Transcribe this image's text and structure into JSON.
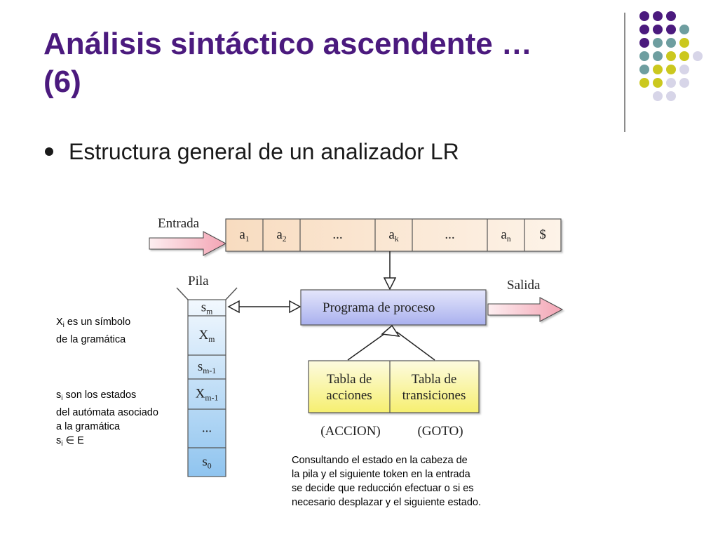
{
  "slide": {
    "title_line1": "Análisis sintáctico ascendente …",
    "title_line2": "(6)",
    "bullet": "Estructura general de un analizador LR"
  },
  "decoration": {
    "colors": {
      "purple": "#4b1a7e",
      "teal": "#6e9ea0",
      "yellow": "#cbc81e",
      "lavender": "#d7d5e8"
    },
    "dot_grid": [
      [
        "purple",
        "purple",
        "purple"
      ],
      [
        "purple",
        "purple",
        "purple",
        "teal"
      ],
      [
        "purple",
        "teal",
        "teal",
        "yellow"
      ],
      [
        "teal",
        "teal",
        "yellow",
        "yellow",
        "lavender"
      ],
      [
        "teal",
        "yellow",
        "yellow",
        "lavender"
      ],
      [
        "yellow",
        "yellow",
        "lavender",
        "lavender"
      ],
      [
        "lavender",
        "lavender"
      ]
    ]
  },
  "diagram": {
    "input_label": "Entrada",
    "input_cells": [
      {
        "base": "a",
        "sub": "1"
      },
      {
        "base": "a",
        "sub": "2"
      },
      {
        "base": "...",
        "sub": ""
      },
      {
        "base": "a",
        "sub": "k"
      },
      {
        "base": "...",
        "sub": ""
      },
      {
        "base": "a",
        "sub": "n"
      },
      {
        "base": "$",
        "sub": ""
      }
    ],
    "stack_label": "Pila",
    "stack_cells": [
      {
        "base": "s",
        "sub": "m"
      },
      {
        "base": "X",
        "sub": "m"
      },
      {
        "base": "s",
        "sub": "m-1"
      },
      {
        "base": "X",
        "sub": "m-1"
      },
      {
        "base": "...",
        "sub": ""
      },
      {
        "base": "s",
        "sub": "0"
      }
    ],
    "program_label": "Programa de proceso",
    "output_label": "Salida",
    "table_actions_line1": "Tabla de",
    "table_actions_line2": "acciones",
    "table_transitions_line1": "Tabla de",
    "table_transitions_line2": "transiciones",
    "actions_caption": "(ACCION)",
    "transitions_caption": "(GOTO)"
  },
  "notes": {
    "x_note": {
      "base": "X",
      "sub": "i",
      "rest_line1": " es un símbolo",
      "line2": "de la gramática"
    },
    "s_note": {
      "base": "s",
      "sub": "i",
      "rest_line1": " son los estados",
      "line2": "del autómata asociado",
      "line3": "a la gramática",
      "line4_base": "s",
      "line4_sub": "i",
      "line4_rest": " ∈ E"
    },
    "bottom_note": [
      "Consultando el estado en la cabeza de",
      "la pila y el siguiente token en la entrada",
      "se decide que reducción efectuar o si es",
      "necesario desplazar y el siguiente estado."
    ]
  }
}
